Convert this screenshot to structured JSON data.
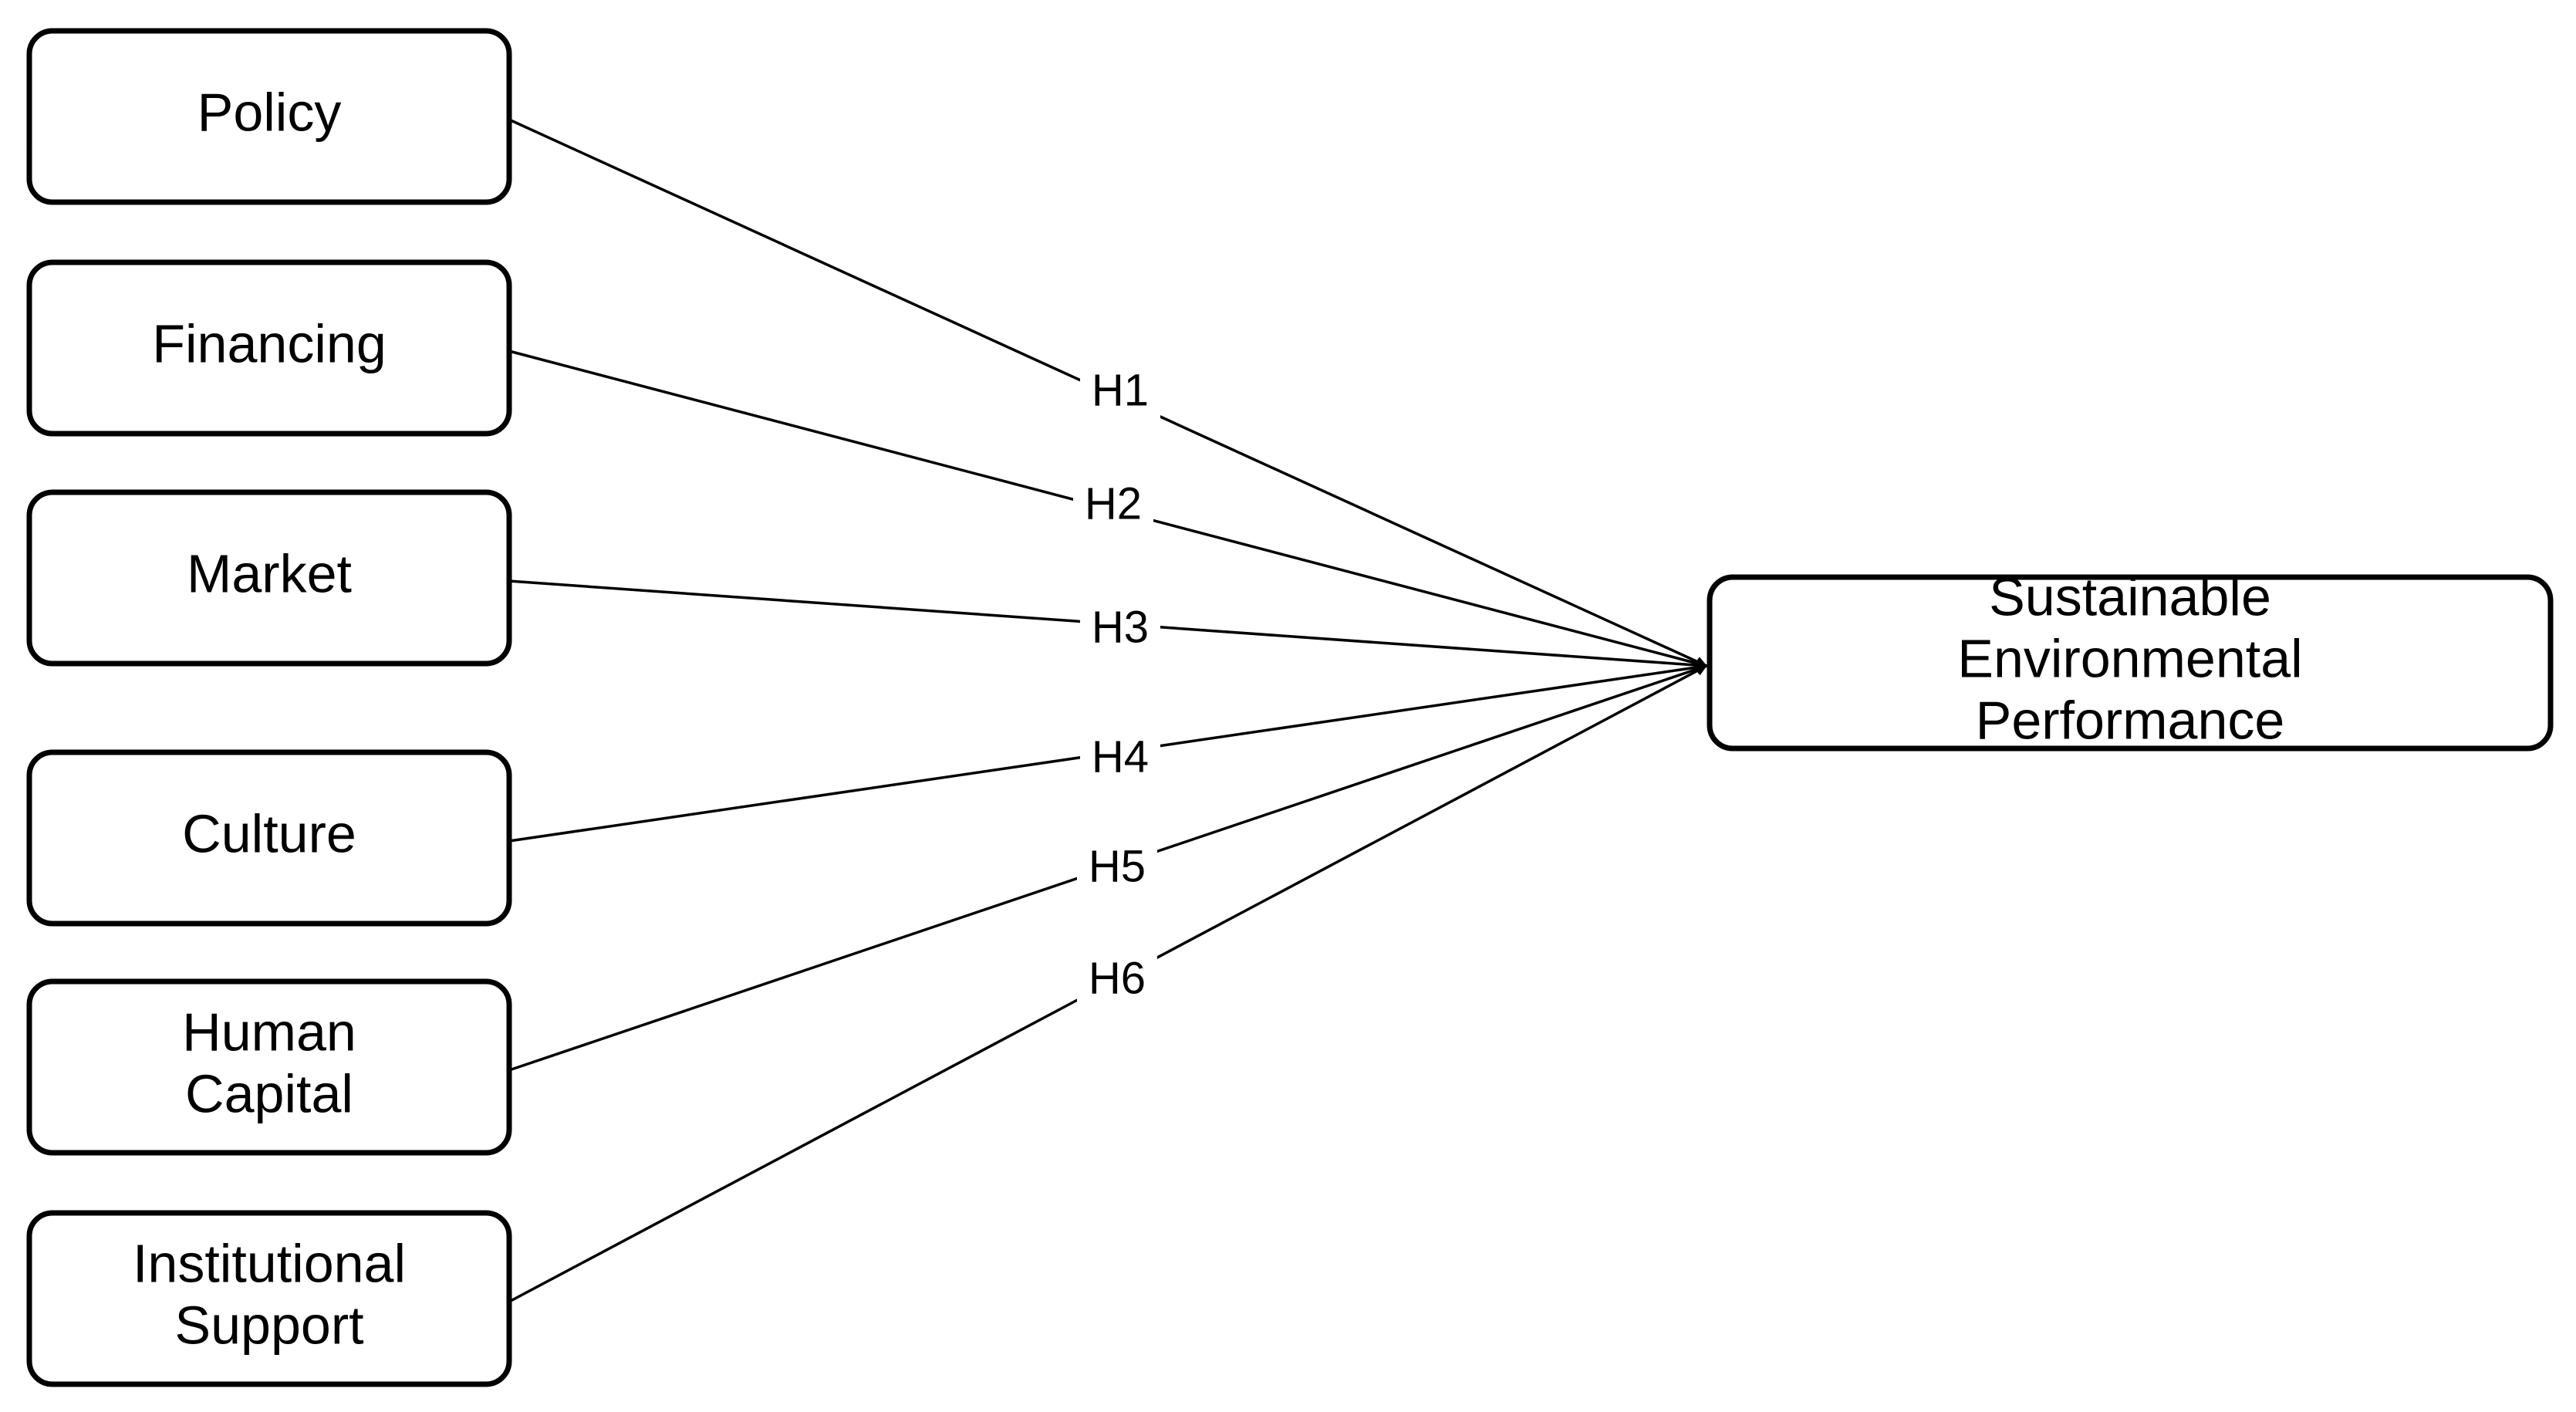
{
  "diagram": {
    "sources": [
      {
        "id": "policy",
        "lines": [
          "Policy"
        ]
      },
      {
        "id": "financing",
        "lines": [
          "Financing"
        ]
      },
      {
        "id": "market",
        "lines": [
          "Market"
        ]
      },
      {
        "id": "culture",
        "lines": [
          "Culture"
        ]
      },
      {
        "id": "human-capital",
        "lines": [
          "Human",
          "Capital"
        ]
      },
      {
        "id": "institutional-support",
        "lines": [
          "Institutional",
          "Support"
        ]
      }
    ],
    "target": {
      "id": "sustainable-environmental-performance",
      "lines": [
        "Sustainable",
        "Environmental",
        "Performance"
      ]
    },
    "edges": [
      {
        "from": "policy",
        "to": "sustainable-environmental-performance",
        "label": "H1"
      },
      {
        "from": "financing",
        "to": "sustainable-environmental-performance",
        "label": "H2"
      },
      {
        "from": "market",
        "to": "sustainable-environmental-performance",
        "label": "H3"
      },
      {
        "from": "culture",
        "to": "sustainable-environmental-performance",
        "label": "H4"
      },
      {
        "from": "human-capital",
        "to": "sustainable-environmental-performance",
        "label": "H5"
      },
      {
        "from": "institutional-support",
        "to": "sustainable-environmental-performance",
        "label": "H6"
      }
    ]
  }
}
